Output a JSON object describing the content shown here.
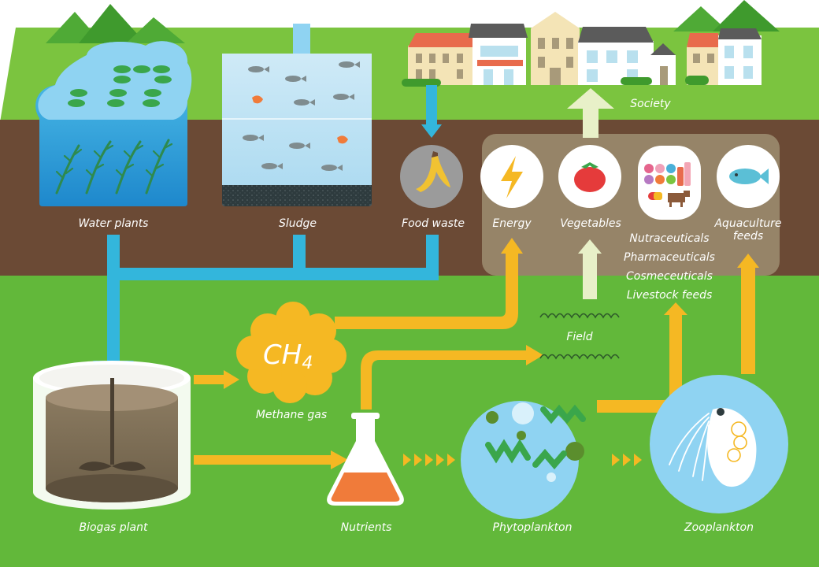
{
  "colors": {
    "grass": "#62b83a",
    "grass_top": "#7bc43f",
    "soil": "#6b4a35",
    "water_flow": "#33b6dc",
    "yellow_flow": "#f5b823",
    "white_flow": "#e8f0c8"
  },
  "labels": {
    "society": "Society",
    "water_plants": "Water plants",
    "sludge": "Sludge",
    "food_waste": "Food waste",
    "energy": "Energy",
    "vegetables": "Vegetables",
    "aquaculture_line1": "Aquaculture",
    "aquaculture_line2": "feeds",
    "nutraceuticals": "Nutraceuticals",
    "pharmaceuticals": "Pharmaceuticals",
    "cosmeceuticals": "Cosmeceuticals",
    "livestock_feeds": "Livestock feeds",
    "field": "Field",
    "ch4_main": "CH",
    "ch4_sub": "4",
    "methane_gas": "Methane gas",
    "biogas_plant": "Biogas plant",
    "nutrients": "Nutrients",
    "phytoplankton": "Phytoplankton",
    "zooplankton": "Zooplankton"
  },
  "icons": {
    "food_waste": "banana-peel-icon",
    "energy": "lightning-icon",
    "vegetables": "tomato-icon",
    "products": "pills-cosmetics-cow-icon",
    "aquaculture": "fish-icon",
    "methane": "gas-cloud-icon",
    "nutrients": "flask-icon",
    "phytoplankton": "algae-icon",
    "zooplankton": "zooplankton-icon",
    "biogas": "digester-tank-icon",
    "field": "field-rows-icon",
    "society": "town-houses-icon"
  }
}
